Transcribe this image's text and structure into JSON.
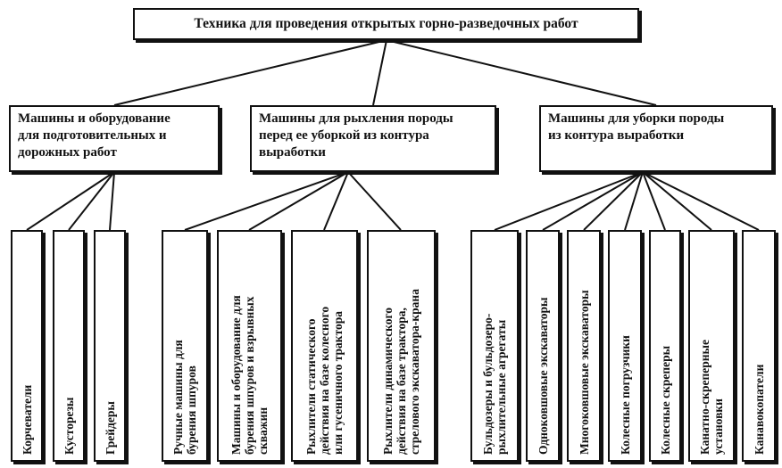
{
  "root": {
    "title": "Техника для проведения открытых горно-разведочных работ"
  },
  "categories": [
    {
      "lines": [
        "Машины и оборудование",
        "для подготовительных и",
        "дорожных работ"
      ],
      "leaves": [
        {
          "lines": [
            "Корчеватели"
          ]
        },
        {
          "lines": [
            "Кусторезы"
          ]
        },
        {
          "lines": [
            "Грейдеры"
          ]
        }
      ]
    },
    {
      "lines": [
        "Машины для рыхления породы",
        "перед ее уборкой из контура",
        "выработки"
      ],
      "leaves": [
        {
          "lines": [
            "Ручные машины для",
            "бурения шпуров"
          ]
        },
        {
          "lines": [
            "Машины и оборудование для",
            "бурения шпуров и взрывных",
            "скважин"
          ]
        },
        {
          "lines": [
            "Рыхлители статического",
            "действия на базе колесного",
            "или гусеничного трактора"
          ]
        },
        {
          "lines": [
            "Рыхлители динамического",
            "действия на базе трактора,",
            "стрелового экскаватора-крана"
          ]
        }
      ]
    },
    {
      "lines": [
        "Машины для уборки породы",
        "из контура выработки"
      ],
      "leaves": [
        {
          "lines": [
            "Бульдозеры и бульдозеро-",
            "рыхлительные агрегаты"
          ]
        },
        {
          "lines": [
            "Одноковшовые экскаваторы"
          ]
        },
        {
          "lines": [
            "Многоковшовые экскаваторы"
          ]
        },
        {
          "lines": [
            "Колесные погрузчики"
          ]
        },
        {
          "lines": [
            "Колесные скреперы"
          ]
        },
        {
          "lines": [
            "Канатно-скреперные",
            "установки"
          ]
        },
        {
          "lines": [
            "Канавокопатели"
          ]
        }
      ]
    }
  ]
}
